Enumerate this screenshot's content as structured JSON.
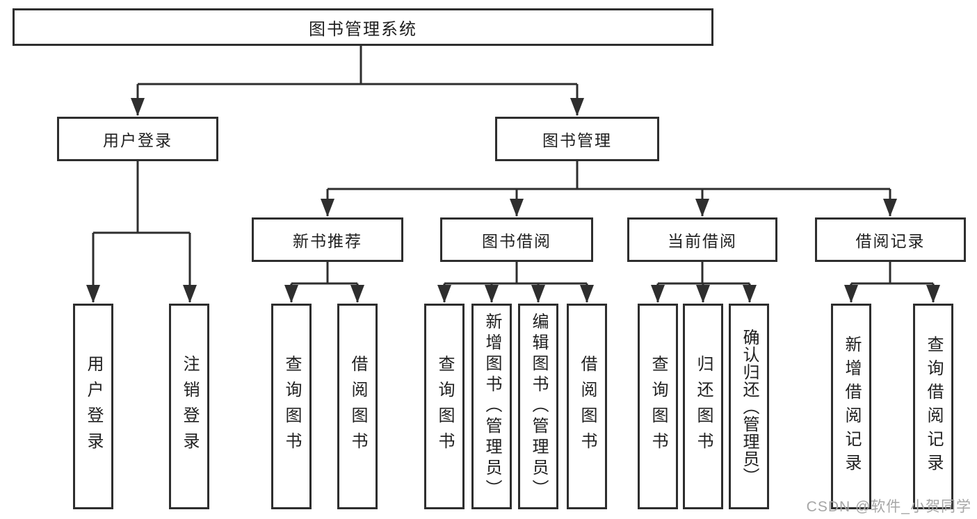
{
  "nodes": {
    "root": "图书管理系统",
    "level2": [
      "用户登录",
      "图书管理"
    ],
    "level3": [
      "新书推荐",
      "图书借阅",
      "当前借阅",
      "借阅记录"
    ],
    "leaves_user_login": [
      "用户登录",
      "注销登录"
    ],
    "leaves_new_books": [
      "查询图书",
      "借阅图书"
    ],
    "leaves_book_borrow": [
      "查询图书",
      "新增图书（管理员）",
      "编辑图书（管理员）",
      "借阅图书"
    ],
    "leaves_current_borrow": [
      "查询图书",
      "归还图书",
      "确认归还（管理员）"
    ],
    "leaves_borrow_records": [
      "新增借阅记录",
      "查询借阅记录"
    ]
  },
  "watermark": "CSDN @软件_小贺同学",
  "colors": {
    "line": "#2e2e2e",
    "box_border": "#2e2e2e",
    "box_bg": "#ffffff",
    "text": "#1f1f1f",
    "watermark": "#a6a6a6"
  }
}
